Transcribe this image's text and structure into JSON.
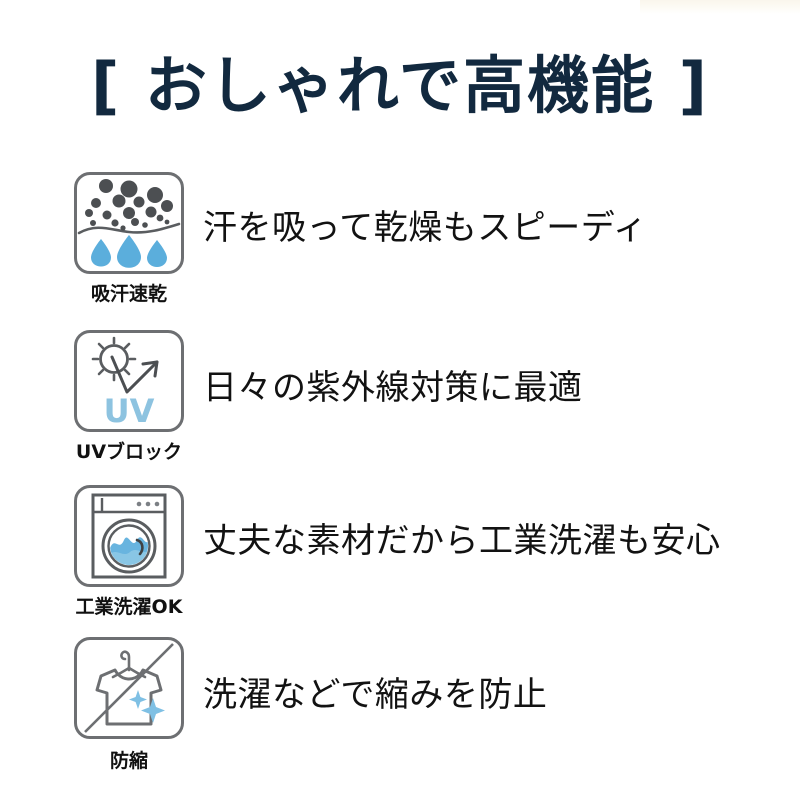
{
  "title": "[ おしゃれで高機能 ]",
  "colors": {
    "title_navy": "#12293f",
    "icon_outline_gray": "#6d6f72",
    "droplet_blue": "#5baedc",
    "uv_text_blue": "#8dc3e0",
    "sparkle_blue": "#7fc0e4",
    "dot_gray": "#4c4f52",
    "text_black": "#121212",
    "top_strip_ivory": "#faf6ec"
  },
  "features": [
    {
      "icon": "sweat-absorb-quick-dry-icon",
      "label": "吸汗速乾",
      "description": "汗を吸って乾燥もスピーディ"
    },
    {
      "icon": "uv-block-icon",
      "label": "UVブロック",
      "description": "日々の紫外線対策に最適",
      "icon_text": "UV"
    },
    {
      "icon": "industrial-wash-ok-icon",
      "label": "工業洗濯OK",
      "description": "丈夫な素材だから工業洗濯も安心"
    },
    {
      "icon": "anti-shrink-icon",
      "label": "防縮",
      "description": "洗濯などで縮みを防止"
    }
  ]
}
